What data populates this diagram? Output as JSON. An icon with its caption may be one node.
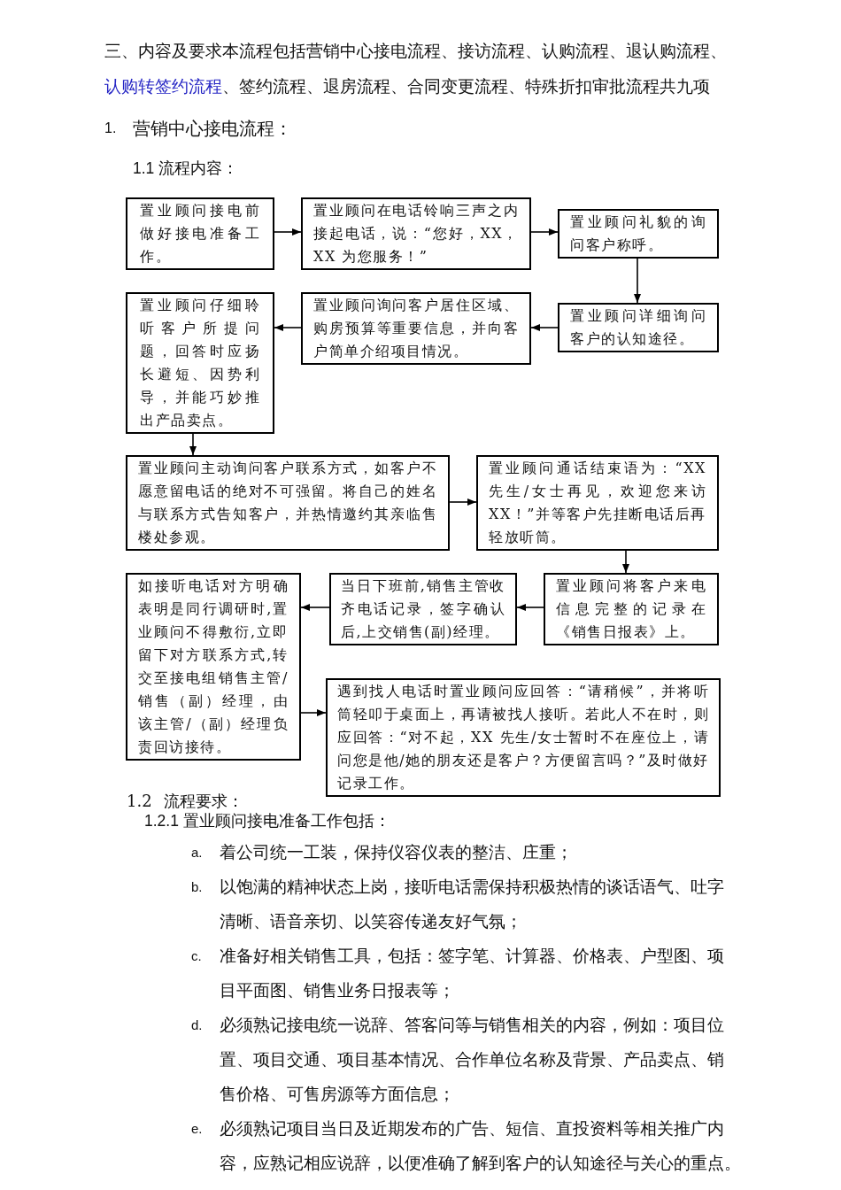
{
  "diagram": {
    "nodes": [
      {
        "text": [
          "置业顾问接电前做好接电准备工作。"
        ]
      },
      {
        "text": [
          "置业顾问在电话铃响三声之内接起电话，说：“您好，XX，XX 为您服务！”"
        ]
      },
      {
        "text": [
          "置业顾问礼貌的询问客户称呼。"
        ]
      },
      {
        "text": [
          "置业顾问详细询问客户的认知途径。"
        ]
      },
      {
        "text": [
          "置业顾问询问客户居住区域、购房预算等重要信息，并向客户简单介绍项目情况。"
        ]
      },
      {
        "text": [
          "置业顾问仔细聆听客户所提问题，回答时应扬长避短、因势利导，并能巧妙推出产品卖点。"
        ]
      },
      {
        "text": [
          "置业顾问主动询问客户联系方式，如客户不愿意留电话的绝对不可强留。将自己的姓名与联系方式告知客户，并热情邀约其亲临售楼处参观。"
        ]
      },
      {
        "text": [
          "置业顾问通话结束语为：“XX 先生/女士再见，欢迎您来访XX！”并等客户先挂断电话后再轻放听筒。"
        ]
      },
      {
        "text": [
          "置业顾问将客户来电信息完整的记录在《销售日报表》上。"
        ]
      },
      {
        "text": [
          "当日下班前,销售主管收齐电话记录，签字确认后,上交销售(副)经理。"
        ]
      },
      {
        "text": [
          "如接听电话对方明确表明是同行调研时,置业顾问不得敷衍,立即留下对方联系方式,转交至接电组销售主管/销售（副）经理，由该主管/（副）经理负责回访接待。"
        ]
      },
      {
        "text": [
          "遇到找人电话时置业顾问应回答：“请稍候”，并将听筒轻叩于桌面上，再请被找人接听。若此人不在时，则应回答：“对不起，XX 先生/女士暂时不在座位上，请问您是他/她的朋友还是客户？方便留言吗？”及时做好记录工作。"
        ]
      }
    ],
    "edges": [
      {
        "from": 0,
        "to": 1,
        "arrow": "to"
      },
      {
        "from": 1,
        "to": 2,
        "arrow": "to"
      },
      {
        "from": 2,
        "to": 3,
        "arrow": "to"
      },
      {
        "from": 3,
        "to": 4,
        "arrow": "to"
      },
      {
        "from": 4,
        "to": 5,
        "arrow": "to"
      },
      {
        "from": 5,
        "to": 6,
        "arrow": "to"
      },
      {
        "from": 6,
        "to": 7,
        "arrow": "to"
      },
      {
        "from": 7,
        "to": 8,
        "arrow": "to"
      },
      {
        "from": 8,
        "to": 9,
        "arrow": "to"
      },
      {
        "from": 9,
        "to": 10,
        "arrow": "to"
      },
      {
        "from": 10,
        "to": 11,
        "arrow": "to"
      }
    ],
    "labels": [
      "三、内容及要求本流程包括营销中心接电流程、接访流程、认购流程、退认购流程、",
      "认购转签约流程",
      "、签约流程、退房流程、合同变更流程、特殊折扣审批流程共九项",
      "1.",
      "营销中心接电流程：",
      "1.1 流程内容：",
      "1.2 流程要求：",
      "1.2.1 置业顾问接电准备工作包括：",
      "a.",
      "着公司统一工装，保持仪容仪表的整洁、庄重；",
      "b.",
      "以饱满的精神状态上岗，接听电话需保持积极热情的谈话语气、吐字清晰、语音亲切、以笑容传递友好气氛；",
      "c.",
      "准备好相关销售工具，包括：签字笔、计算器、价格表、户型图、项目平面图、销售业务日报表等；",
      "d.",
      "必须熟记接电统一说辞、答客问等与销售相关的内容，例如：项目位置、项目交通、项目基本情况、合作单位名称及背景、产品卖点、销售价格、可售房源等方面信息；",
      "e.",
      "必须熟记项目当日及近期发布的广告、短信、直投资料等相关推广内容，应熟记相应说辞，以便准确了解到客户的认知途径与关心的重点。"
    ]
  }
}
